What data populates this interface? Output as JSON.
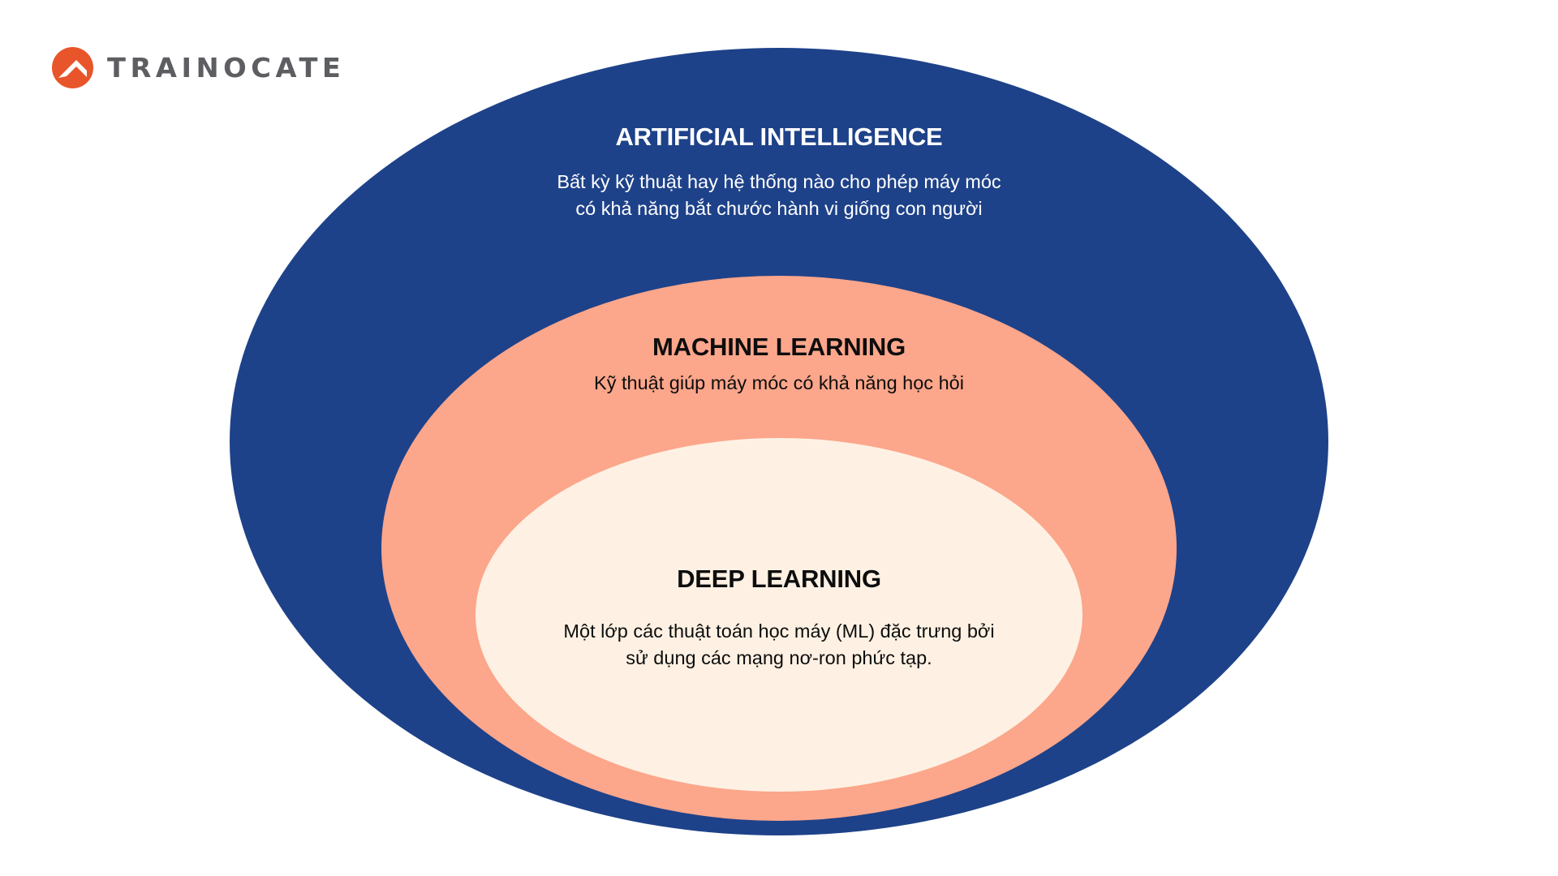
{
  "logo": {
    "brand_name": "TRAINOCATE",
    "icon": "trainocate-roof-logo-icon",
    "mark_color": "#e8552a",
    "text_color": "#5d5e62"
  },
  "diagram": {
    "type": "nested-ellipses",
    "layers": [
      {
        "id": "ai",
        "title": "ARTIFICIAL INTELLIGENCE",
        "description_lines": [
          "Bất kỳ kỹ thuật hay hệ thống nào cho phép máy móc",
          "có khả năng bắt chước hành vi giống con người"
        ],
        "fill_color": "#1e4289",
        "text_color": "#ffffff"
      },
      {
        "id": "ml",
        "title": "MACHINE LEARNING",
        "description_lines": [
          "Kỹ thuật giúp máy móc có khả năng học hỏi"
        ],
        "fill_color": "#fca68b",
        "text_color": "#0d0d0d"
      },
      {
        "id": "dl",
        "title": "DEEP LEARNING",
        "description_lines": [
          "Một lớp các thuật toán học máy (ML) đặc trưng bởi",
          "sử dụng các mạng nơ-ron phức tạp."
        ],
        "fill_color": "#fef1e3",
        "text_color": "#0d0d0d"
      }
    ]
  }
}
